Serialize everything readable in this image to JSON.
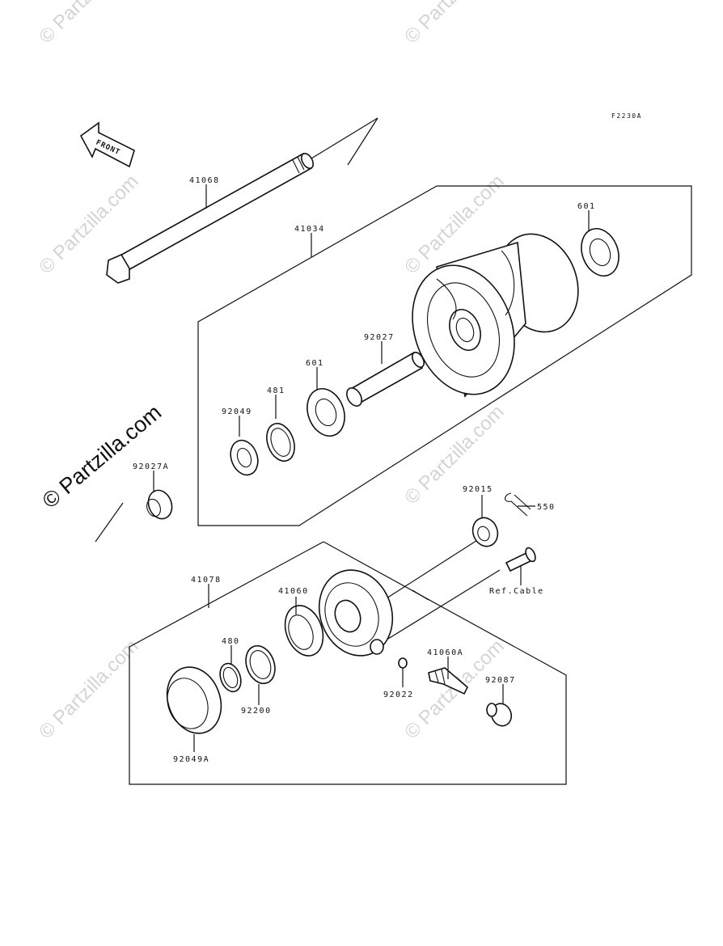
{
  "diagram_code": "F2230A",
  "front_label": "FRONT",
  "watermark_text": "© Partzilla.com",
  "ref_label": "Ref.Cable",
  "parts": {
    "p41068": "41068",
    "p41034": "41034",
    "p601_right": "601",
    "p92027": "92027",
    "p601_left": "601",
    "p481": "481",
    "p92049": "92049",
    "p92027A": "92027A",
    "p92015": "92015",
    "p550": "550",
    "p41078": "41078",
    "p41060": "41060",
    "p480": "480",
    "p92200": "92200",
    "p92049A": "92049A",
    "p41060A": "41060A",
    "p92022": "92022",
    "p92087": "92087"
  }
}
